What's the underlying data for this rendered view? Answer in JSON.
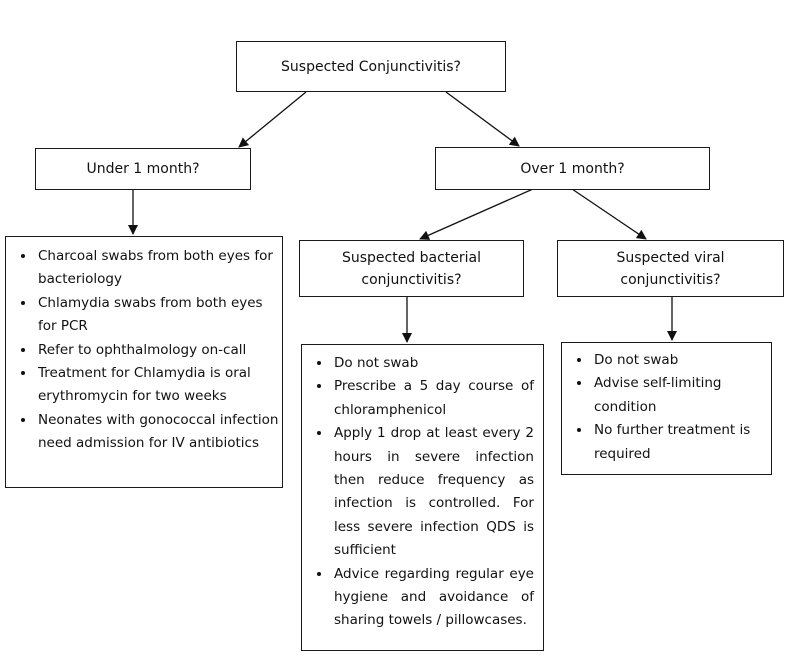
{
  "flowchart": {
    "root": {
      "label": "Suspected Conjunctivitis?"
    },
    "under_one_month": {
      "label": "Under 1 month?",
      "actions": [
        "Charcoal swabs from both eyes for bacteriology",
        "Chlamydia swabs from both eyes for PCR",
        "Refer to ophthalmology on-call",
        "Treatment for Chlamydia is oral erythromycin for two weeks",
        "Neonates with gonococcal infection need admission for IV antibiotics"
      ]
    },
    "over_one_month": {
      "label": "Over 1 month?",
      "bacterial": {
        "label_line1": "Suspected bacterial",
        "label_line2": "conjunctivitis?",
        "actions": [
          "Do not swab",
          "Prescribe a 5 day course of chloramphenicol",
          "Apply 1 drop at least every 2 hours in severe infection then reduce frequency as infection is controlled. For less severe infection QDS is sufficient",
          "Advice regarding regular eye hygiene and avoidance of sharing towels / pillowcases."
        ]
      },
      "viral": {
        "label_line1": "Suspected viral",
        "label_line2": "conjunctivitis?",
        "actions": [
          "Do not swab",
          "Advise self-limiting condition",
          "No further treatment is required"
        ]
      }
    }
  }
}
